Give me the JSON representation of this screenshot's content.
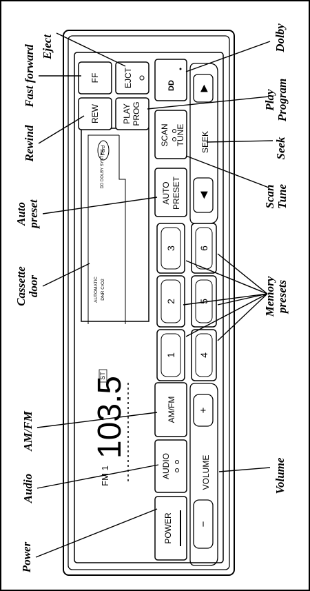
{
  "callouts": {
    "eject": "Eject",
    "fast_forward": "Fast forward",
    "dolby": "Dolby",
    "play_program_line1": "Play",
    "play_program_line2": "Program",
    "rewind": "Rewind",
    "seek": "Seek",
    "auto_preset_line1": "Auto",
    "auto_preset_line2": "preset",
    "scan_tune_line1": "Scan",
    "scan_tune_line2": "Tune",
    "cassette_door_line1": "Cassette",
    "cassette_door_line2": "door",
    "memory_presets_line1": "Memory",
    "memory_presets_line2": "presets",
    "am_fm": "AM/FM",
    "audio": "Audio",
    "volume": "Volume",
    "power": "Power"
  },
  "unit": {
    "buttons": {
      "ff": "FF",
      "ejct": "EJCT",
      "rew": "REW",
      "play_prog_line1": "PLAY",
      "play_prog_line2": "PROG",
      "scan_tune_line1": "SCAN",
      "scan_tune_line2": "TUNE",
      "seek_label": "SEEK",
      "auto_preset_line1": "AUTO",
      "auto_preset_line2": "PRESET",
      "amfm": "AM/FM",
      "audio": "AUDIO",
      "power": "POWER",
      "volume_label": "VOLUME",
      "volume_up": "+",
      "volume_down": "−",
      "seek_up": "▶",
      "seek_down": "◀",
      "dolby": "DD"
    },
    "presets": [
      "1",
      "2",
      "3",
      "4",
      "5",
      "6"
    ],
    "display": {
      "band": "FM 1",
      "frequency": "103.5",
      "stereo": "ST"
    },
    "cassette": {
      "tag1": "DD DOLBY SYSTEM",
      "tag2": "AUTOMATIC",
      "tag3": "DNR CrO2",
      "logo": "Ford"
    }
  }
}
